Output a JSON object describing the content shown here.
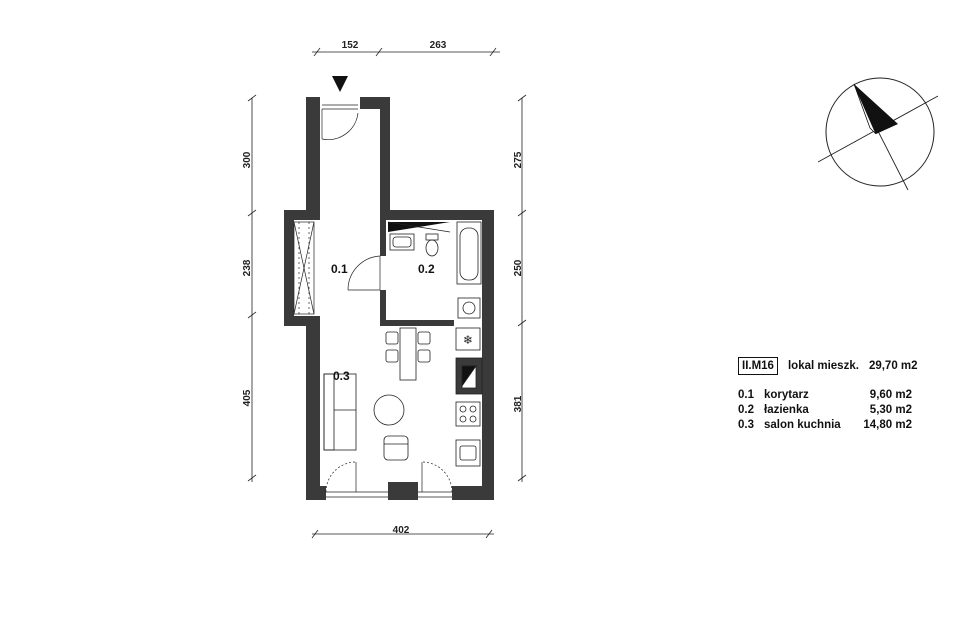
{
  "dimensions": {
    "top_a": "152",
    "top_b": "263",
    "left_a": "300",
    "left_b": "238",
    "left_c": "405",
    "right_a": "275",
    "right_b": "250",
    "right_c": "381",
    "bottom": "402"
  },
  "room_labels": {
    "r01": "0.1",
    "r02": "0.2",
    "r03": "0.3"
  },
  "legend": {
    "unit_id": "II.M16",
    "unit_type": "lokal mieszk.",
    "unit_area": "29,70 m2",
    "rooms": [
      {
        "no": "0.1",
        "name": "korytarz",
        "area": "9,60 m2"
      },
      {
        "no": "0.2",
        "name": "łazienka",
        "area": "5,30 m2"
      },
      {
        "no": "0.3",
        "name": "salon kuchnia",
        "area": "14,80 m2"
      }
    ]
  },
  "icons": {
    "compass": "north-arrow-icon",
    "entrance": "entrance-triangle-icon"
  },
  "colors": {
    "wall": "#3a3a3a",
    "line": "#222222"
  }
}
